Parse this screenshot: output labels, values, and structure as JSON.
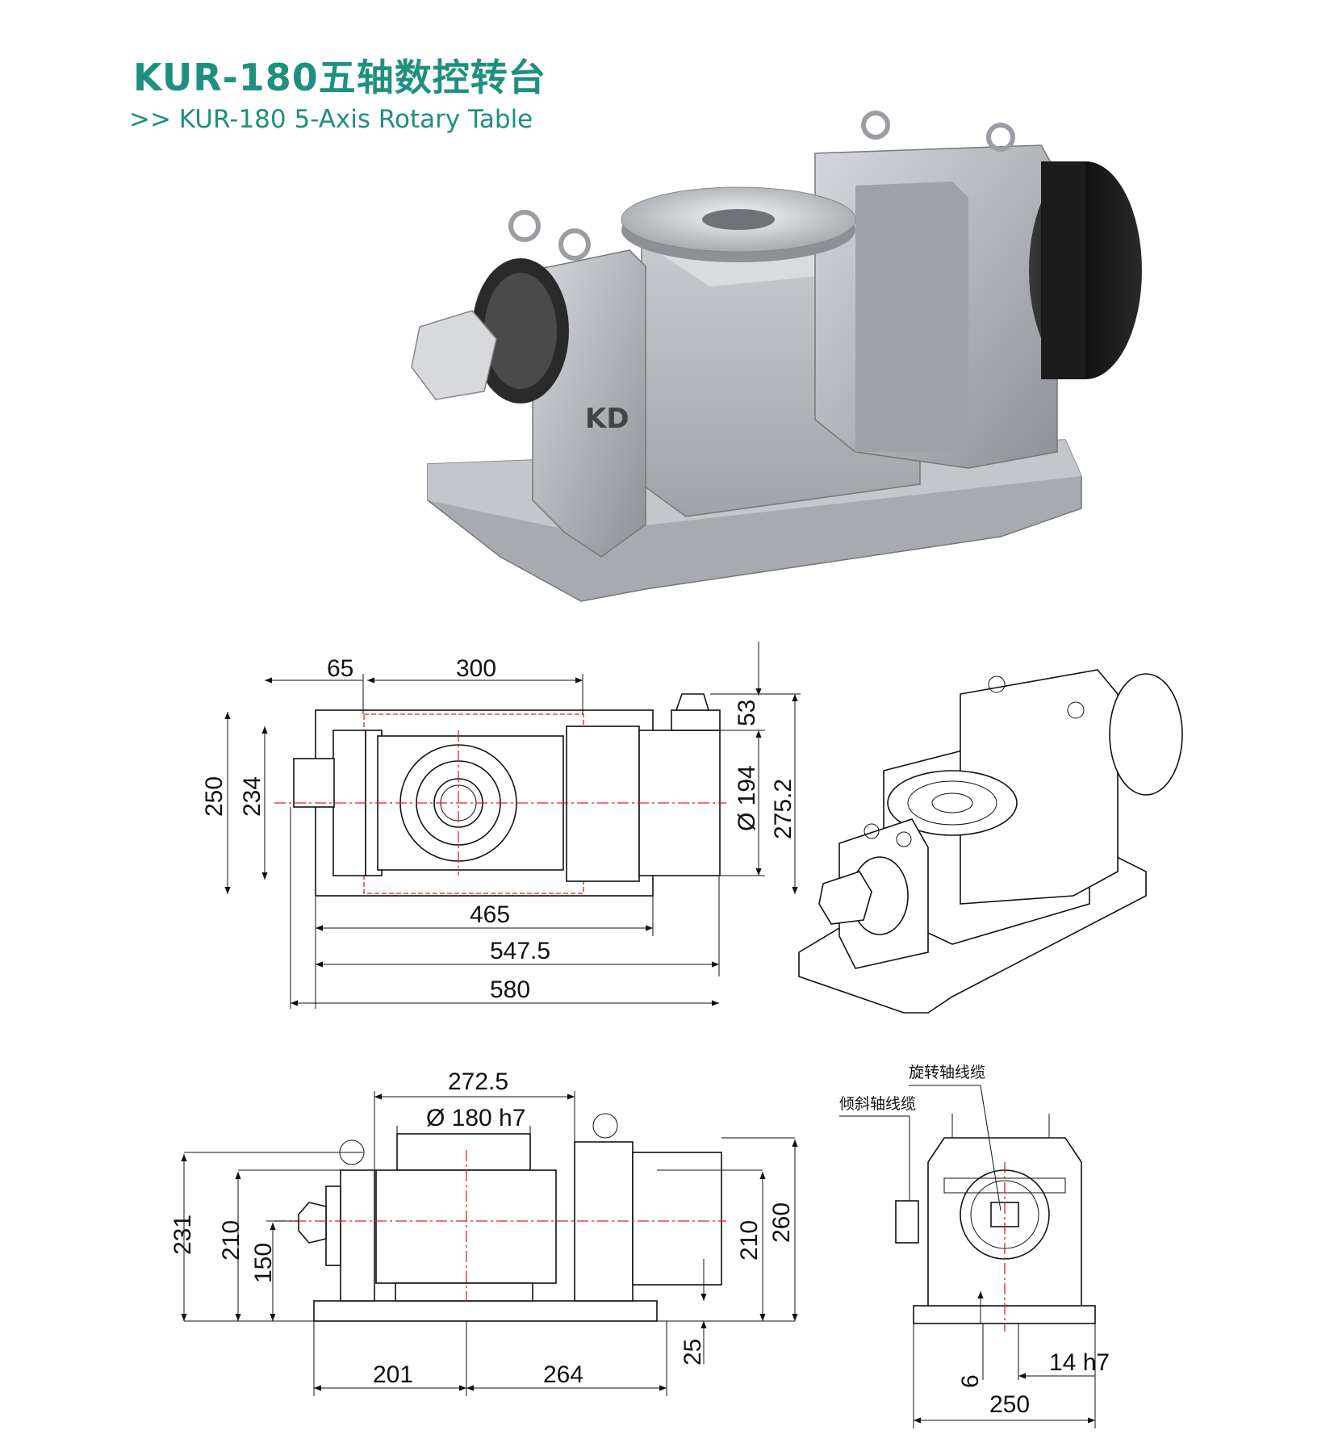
{
  "header": {
    "title": "KUR-180五轴数控转台",
    "subtitle": ">> KUR-180 5-Axis Rotary Table"
  },
  "top_view": {
    "dims": {
      "d65": "65",
      "d300": "300",
      "d53": "53",
      "d250": "250",
      "d234": "234",
      "d194": "Ø 194",
      "d275": "275.2",
      "d465": "465",
      "d547": "547.5",
      "d580": "580"
    }
  },
  "front_view": {
    "dims": {
      "d272": "272.5",
      "d180": "Ø 180 h7",
      "d231": "231",
      "d210a": "210",
      "d150": "150",
      "d210b": "210",
      "d260": "260",
      "d201": "201",
      "d264": "264",
      "d25": "25"
    }
  },
  "side_view": {
    "label_rotary_cable": "旋转轴线缆",
    "label_tilt_cable": "倾斜轴线缆",
    "dims": {
      "d6": "6",
      "d14": "14 h7",
      "d250": "250"
    }
  },
  "colors": {
    "title": "#1f8f7e",
    "centerline": "#e02020",
    "body": "#b9bcc1",
    "motor": "#1a1a1a"
  },
  "logo_text": "KD"
}
